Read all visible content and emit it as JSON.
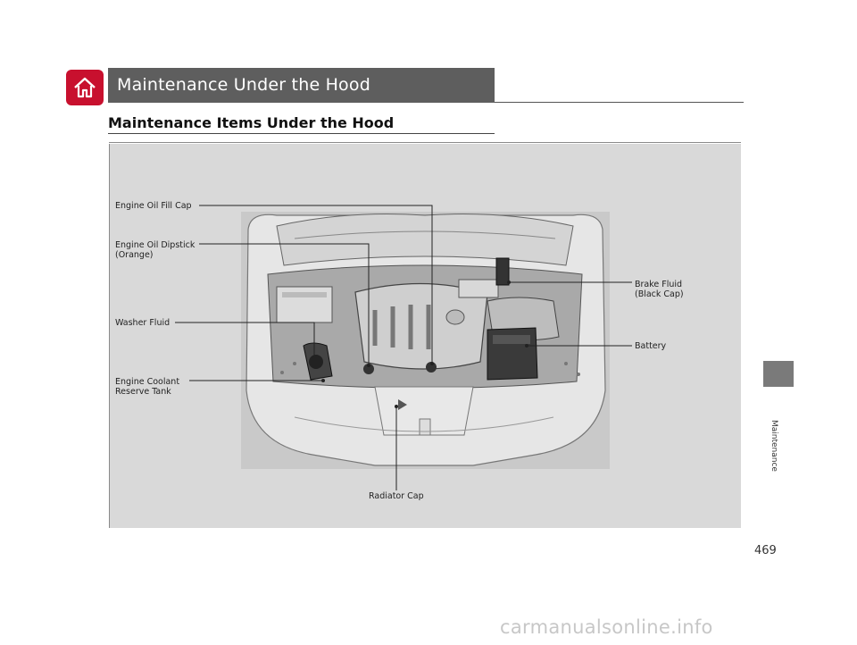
{
  "header": {
    "section_title": "Maintenance Under the Hood",
    "subsection_title": "Maintenance Items Under the Hood"
  },
  "figure": {
    "callouts": {
      "oil_fill_cap": "Engine Oil Fill Cap",
      "oil_dipstick": "Engine Oil Dipstick\n(Orange)",
      "washer_fluid": "Washer Fluid",
      "coolant_tank": "Engine Coolant\nReserve Tank",
      "brake_fluid": "Brake Fluid\n(Black Cap)",
      "battery": "Battery",
      "radiator_cap": "Radiator Cap"
    }
  },
  "sidebar": {
    "section_label": "Maintenance"
  },
  "footer": {
    "page_number": "469"
  },
  "watermark": "carmanualsonline.info",
  "colors": {
    "home_button": "#c8102e",
    "section_bar": "#5e5e5e",
    "figure_bg": "#d9d9d9",
    "side_tab": "#7a7a7a"
  },
  "icons": {
    "home": "home-icon"
  }
}
